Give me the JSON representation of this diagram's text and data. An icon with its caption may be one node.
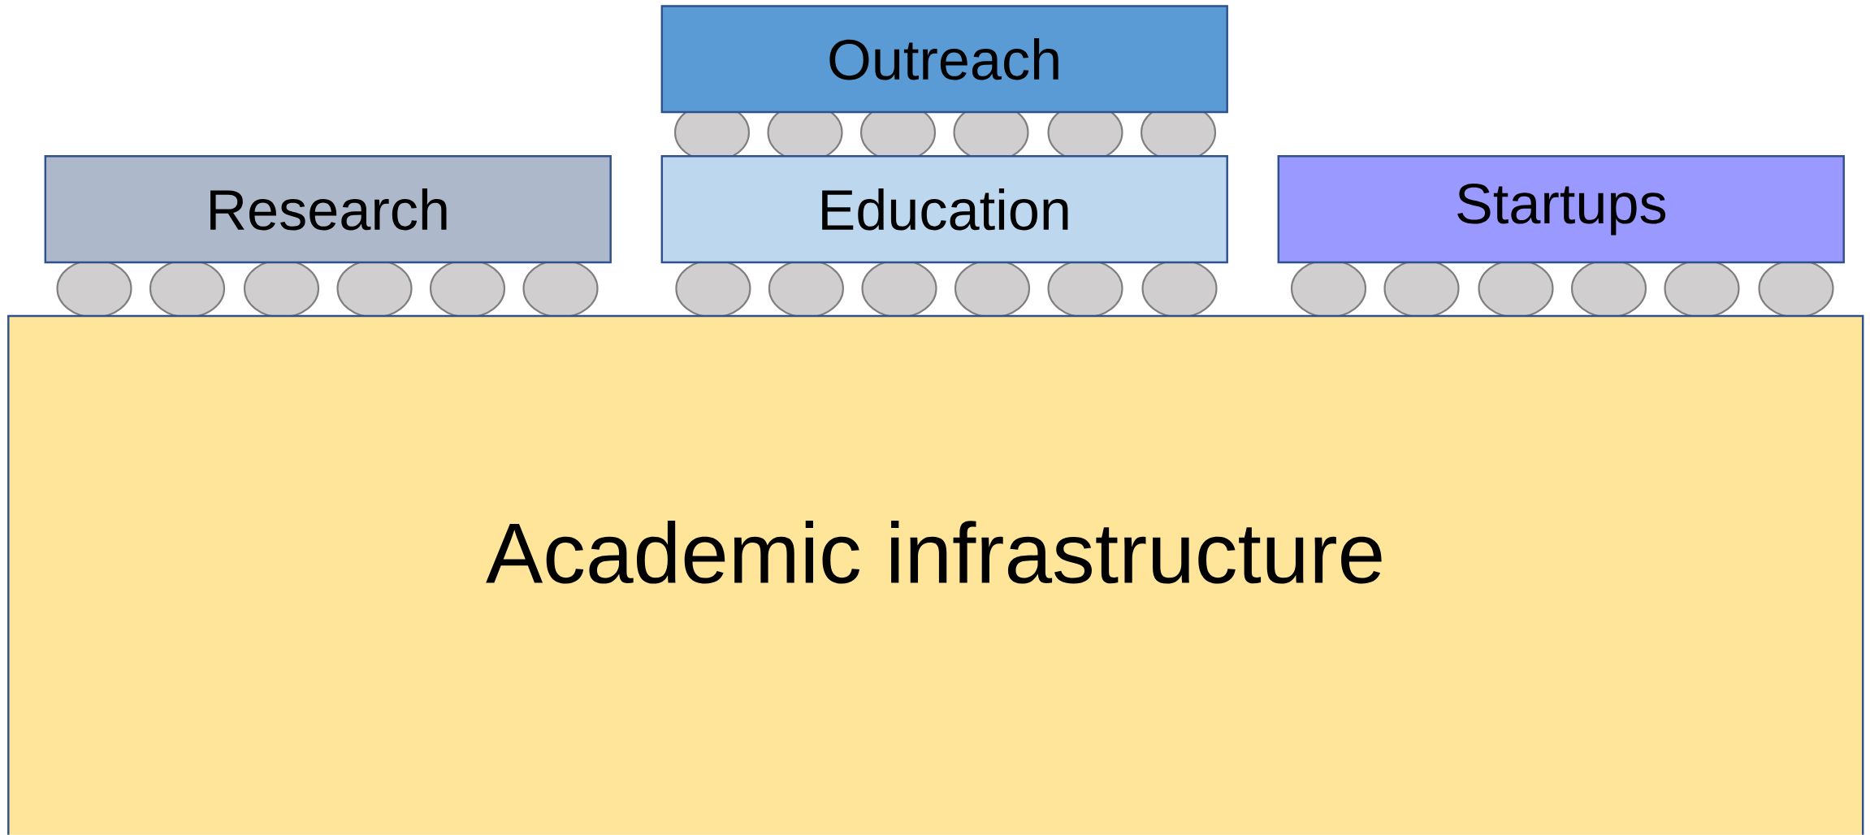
{
  "diagram": {
    "nodes": [
      {
        "text": [
          "Outreach"
        ]
      },
      {
        "text": [
          "Research"
        ]
      },
      {
        "text": [
          "Education"
        ]
      },
      {
        "text": [
          "Startups"
        ]
      },
      {
        "text": [
          "Academic infrastructure"
        ]
      }
    ]
  }
}
